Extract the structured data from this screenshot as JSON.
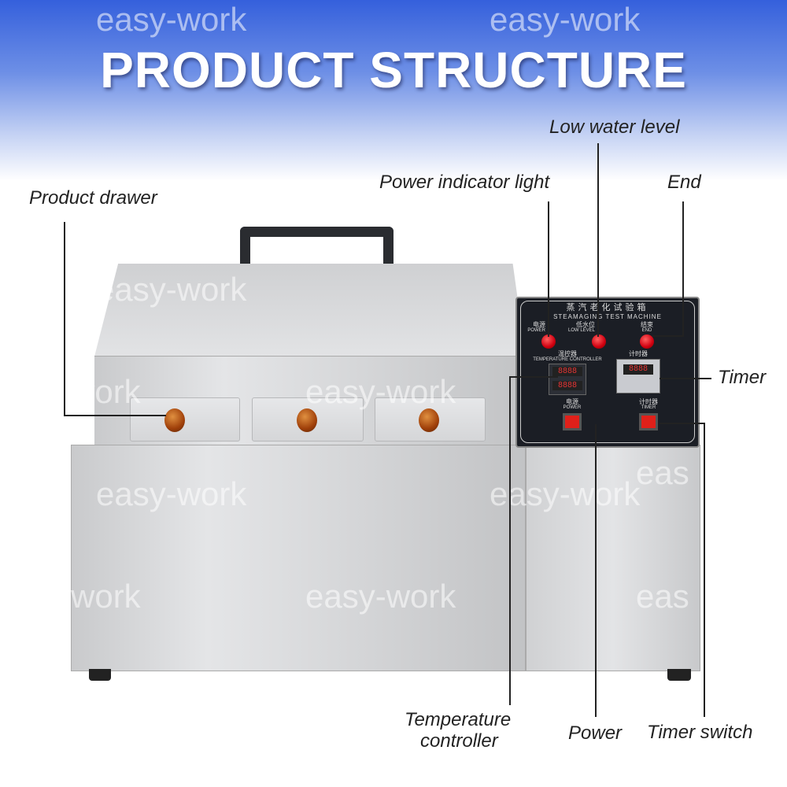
{
  "title": "PRODUCT STRUCTURE",
  "watermark": "easy-work",
  "watermark_partial": [
    "work",
    "eas"
  ],
  "labels": {
    "product_drawer": "Product drawer",
    "power_indicator_light": "Power indicator light",
    "low_water_level": "Low water level",
    "end": "End",
    "timer": "Timer",
    "temperature_controller_1": "Temperature",
    "temperature_controller_2": "controller",
    "power": "Power",
    "timer_switch": "Timer switch"
  },
  "panel": {
    "title_cn": "蒸汽老化试验箱",
    "title_en": "STEAMAGING TEST MACHINE",
    "power_cn": "电源",
    "power_en": "POWER",
    "low_cn": "低水位",
    "low_en": "LOW LEVEL",
    "end_cn": "结束",
    "end_en": "END",
    "temp_cn": "温控器",
    "temp_en": "TEMPERATURE CONTROLLER",
    "timer_cn": "计时器",
    "timer_display": "8888",
    "temp_display_1": "8888",
    "temp_display_2": "8888",
    "sw_power_cn": "电源",
    "sw_power_en": "POWER",
    "sw_timer_cn": "计时器",
    "sw_timer_en": "TIMER"
  }
}
